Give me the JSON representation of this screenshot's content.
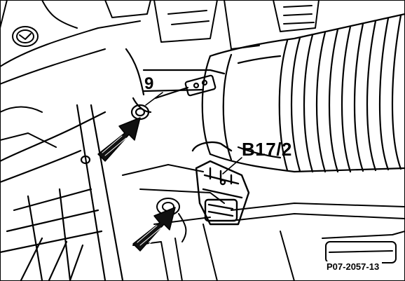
{
  "labels": {
    "part_9": "9",
    "sensor": "B17/2",
    "figure_id": "P07-2057-13"
  },
  "colors": {
    "line": "#000000",
    "background": "#ffffff",
    "arrow_fill": "#111111"
  }
}
